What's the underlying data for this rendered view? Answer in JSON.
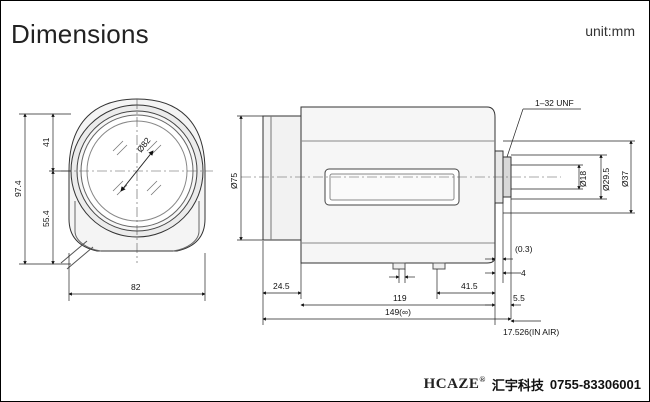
{
  "title": "Dimensions",
  "unit": "unit:mm",
  "front_view": {
    "labels": {
      "diameter_lens": "Ø82",
      "height_total": "97.4",
      "height_upper": "41",
      "height_lower": "55.4",
      "width_bottom": "82"
    }
  },
  "side_view": {
    "labels": {
      "outer_diameter": "Ø75",
      "thread": "1–32 UNF",
      "d18": "Ø18",
      "d29_5": "Ø29.5",
      "d37": "Ø37",
      "gap_0_3": "(0.3)",
      "len_4": "4",
      "len_24_5": "24.5",
      "len_41_5": "41.5",
      "len_119": "119",
      "len_5_5": "5.5",
      "len_149": "149(∞)",
      "flange_back": "17.526(IN AIR)"
    }
  },
  "footer": {
    "brand_main": "HCAZE",
    "brand_mark": "®",
    "company": "汇宇科技",
    "phone": "0755-83306001"
  }
}
